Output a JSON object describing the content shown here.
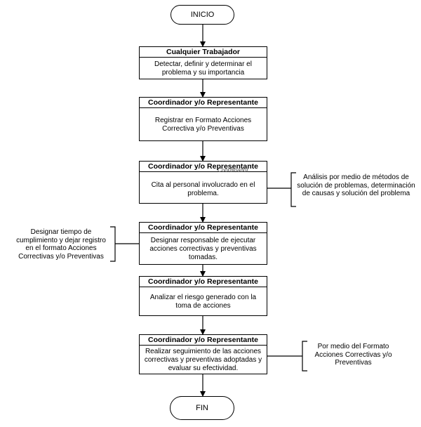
{
  "start": "INICIO",
  "end": "FIN",
  "steps": [
    {
      "role": "Cualquier Trabajador",
      "text": "Detectar, definir y determinar el problema y su importancia"
    },
    {
      "role": "Coordinador y/o Representante",
      "text": "Registrar en Formato Acciones Correctiva y/o Preventivas"
    },
    {
      "role": "Coordinador y/o Representante",
      "text": "Cita al personal involucrado en el problema."
    },
    {
      "role": "Coordinador y/o Representante",
      "text": "Designar responsable de ejecutar acciones correctivas y preventivas tomadas."
    },
    {
      "role": "Coordinador y/o Representante",
      "text": "Analizar el riesgo generado con la toma de acciones"
    },
    {
      "role": "Coordinador y/o Representante",
      "text": "Realizar seguimiento de las acciones correctivas y preventivas adoptadas y evaluar su efectividad."
    }
  ],
  "notes": {
    "analysis": "Análisis por medio de métodos de solución de problemas, determinación de causas y solución del problema",
    "designate": "Designar tiempo de cumplimiento y dejar registro en el formato Acciones Correctivas y/o Preventivas",
    "format": "Por medio del Formato Acciones Correctivas y/o Preventivas"
  },
  "stray_text": "Coordinador"
}
